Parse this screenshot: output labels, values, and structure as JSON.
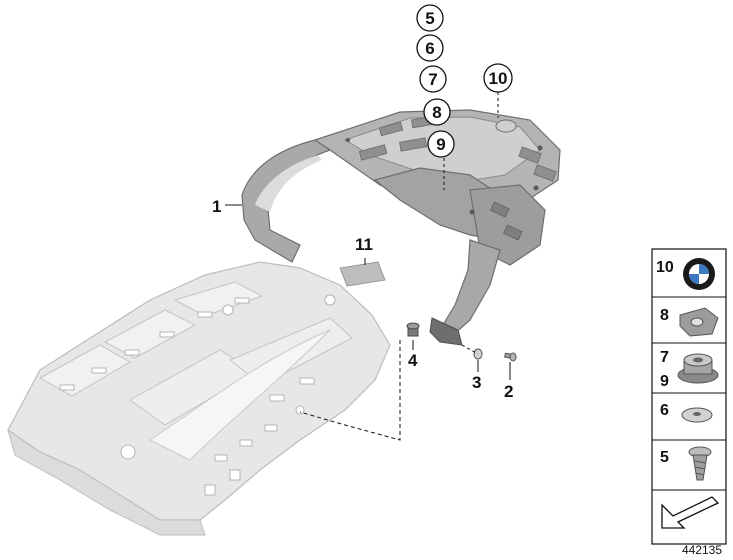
{
  "callouts": [
    {
      "id": "c5",
      "label": "5",
      "circled": true
    },
    {
      "id": "c6",
      "label": "6",
      "circled": true
    },
    {
      "id": "c7",
      "label": "7",
      "circled": true
    },
    {
      "id": "c8",
      "label": "8",
      "circled": true
    },
    {
      "id": "c9",
      "label": "9",
      "circled": true
    },
    {
      "id": "c10",
      "label": "10",
      "circled": true
    },
    {
      "id": "c1",
      "label": "1",
      "circled": false
    },
    {
      "id": "c11",
      "label": "11",
      "circled": false
    },
    {
      "id": "c4",
      "label": "4",
      "circled": false
    },
    {
      "id": "c3",
      "label": "3",
      "circled": false
    },
    {
      "id": "c2",
      "label": "2",
      "circled": false
    }
  ],
  "side_panel": {
    "items": [
      {
        "label": "10",
        "icon": "bmw-logo-icon"
      },
      {
        "label": "8",
        "icon": "clip-nut-icon"
      },
      {
        "label": "7",
        "label2": "9",
        "icon": "rubber-grommet-icon"
      },
      {
        "label": "6",
        "icon": "washer-icon"
      },
      {
        "label": "5",
        "icon": "screw-icon"
      },
      {
        "label": "",
        "icon": "direction-arrow-icon"
      }
    ]
  },
  "figure_id": "442135",
  "colors": {
    "rack_dark": "#9a9a9a",
    "rack_light": "#d9d9d9",
    "cover_fill": "#e6e6e6",
    "cover_stroke": "#b8b8b8",
    "line": "#111111"
  }
}
